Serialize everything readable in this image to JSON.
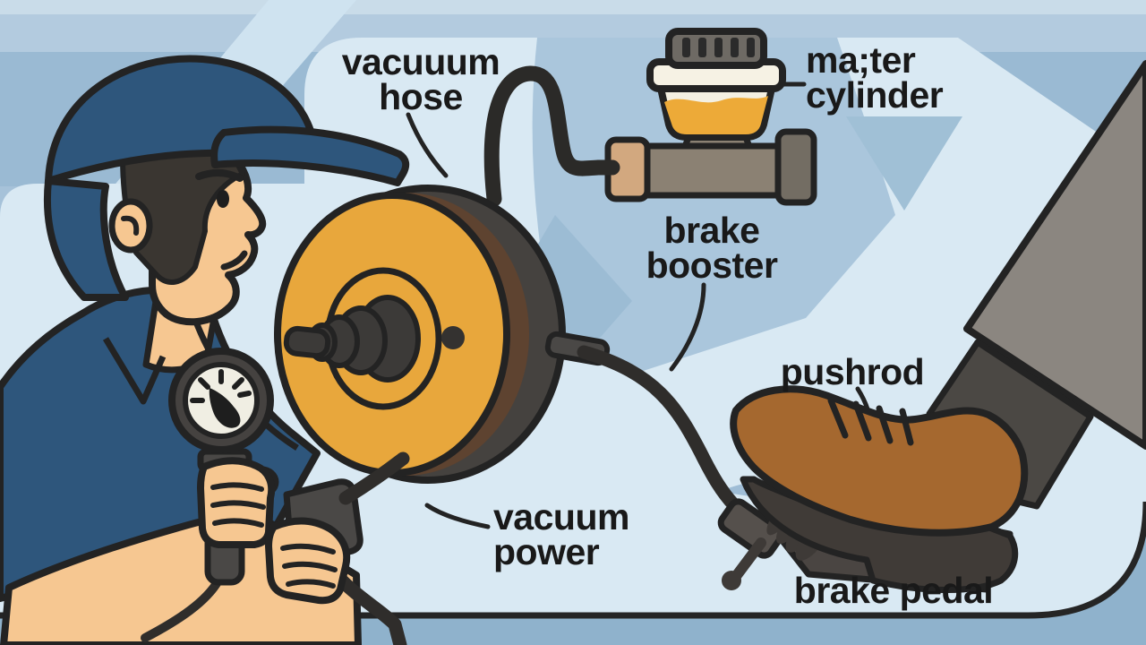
{
  "scene": {
    "type": "illustrated-diagram",
    "subject": "vacuum brake booster system with mechanic testing vacuum pressure"
  },
  "labels": {
    "vacuum_hose": {
      "line1": "vacuuum",
      "line2": "hose"
    },
    "master_cylinder": {
      "line1": "ma;ter",
      "line2": "cylinder"
    },
    "brake_booster": {
      "line1": "brake",
      "line2": "booster"
    },
    "pushrod": {
      "text": "pushrod"
    },
    "vacuum_power": {
      "line1": "vacuum",
      "line2": "power"
    },
    "brake_pedal": {
      "text": "brake pedal"
    }
  },
  "components": [
    "mechanic-with-cap",
    "pressure-gauge",
    "vacuum-hose",
    "master-cylinder-reservoir",
    "brake-booster-drum",
    "pushrod-spring",
    "brake-pedal",
    "shoe-on-pedal",
    "pant-leg"
  ],
  "colors": {
    "background": "#a6c2d9",
    "panel": "#d9e9f3",
    "chevron": "#aac6dc",
    "booster_yellow": "#e8a73c",
    "brake_fluid": "#edaa38",
    "navy": "#2e567c",
    "skin": "#f6c791",
    "shoe_brown": "#a5682f",
    "metal_gray": "#8b8173",
    "tan_fitting": "#d2a87f",
    "pant_gray": "#8b8680",
    "ink": "#232323"
  }
}
